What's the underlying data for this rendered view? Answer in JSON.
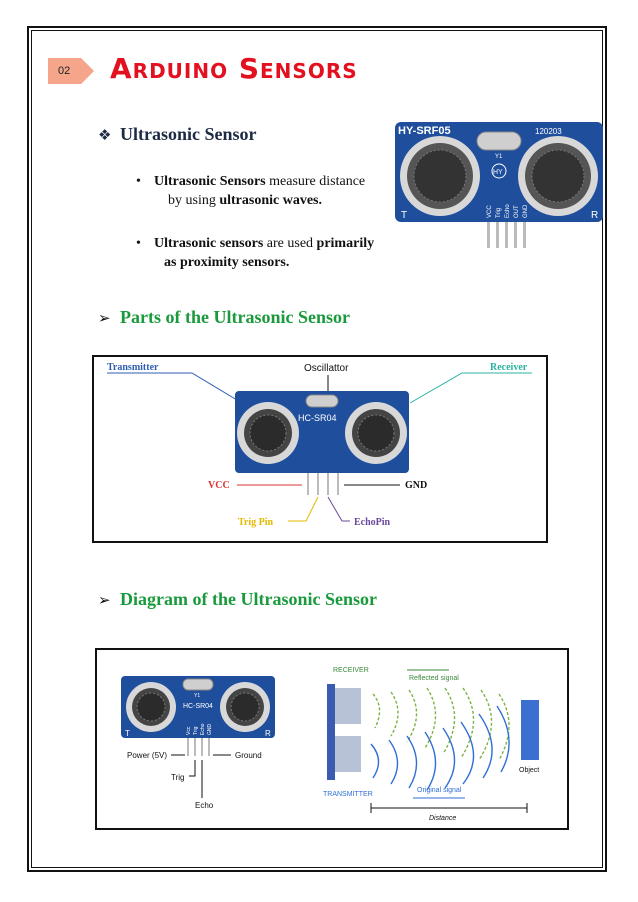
{
  "page": {
    "number": "02",
    "title": "Arduino Sensors"
  },
  "section_main": {
    "heading": "Ultrasonic Sensor"
  },
  "bullets": [
    {
      "b1": "Ultrasonic Sensors",
      "t1": " measure distance",
      "t2": "by using ",
      "b2": "ultrasonic waves."
    },
    {
      "b1": "Ultrasonic sensors",
      "t1": " are used ",
      "b2": "primarily",
      "t2": "as proximity sensors."
    }
  ],
  "section_parts": {
    "heading": "Parts of the Ultrasonic Sensor"
  },
  "section_diagram": {
    "heading": "Diagram of the Ultrasonic Sensor"
  },
  "photo1": {
    "model": "HY-SRF05",
    "code": "120203",
    "y1": "Y1",
    "hy": "HY",
    "pins": [
      "VCC",
      "Trig",
      "Echo",
      "OUT",
      "GND"
    ],
    "t": "T",
    "r": "R"
  },
  "parts_figure": {
    "transmitter": "Transmitter",
    "oscillator": "Oscillattor",
    "receiver": "Receiver",
    "model": "HC-SR04",
    "vcc": "VCC",
    "gnd": "GND",
    "trig": "Trig Pin",
    "echo": "EchoPin"
  },
  "diagram_figure": {
    "model": "HC-SR04",
    "y1": "Y1",
    "t": "T",
    "r": "R",
    "pins": [
      "Vcc",
      "Trig",
      "Echo",
      "GND"
    ],
    "power": "Power (5V)",
    "ground": "Ground",
    "trig": "Trig",
    "echo": "Echo",
    "receiver": "RECEIVER",
    "reflected": "Reflected signal",
    "object": "Object",
    "transmitter": "TRANSMITTER",
    "original": "Original signal",
    "distance": "Distance"
  },
  "colors": {
    "title": "#e3101f",
    "section": "#1a9a3c",
    "badge": "#f4a58a",
    "board": "#1e4e9c"
  }
}
